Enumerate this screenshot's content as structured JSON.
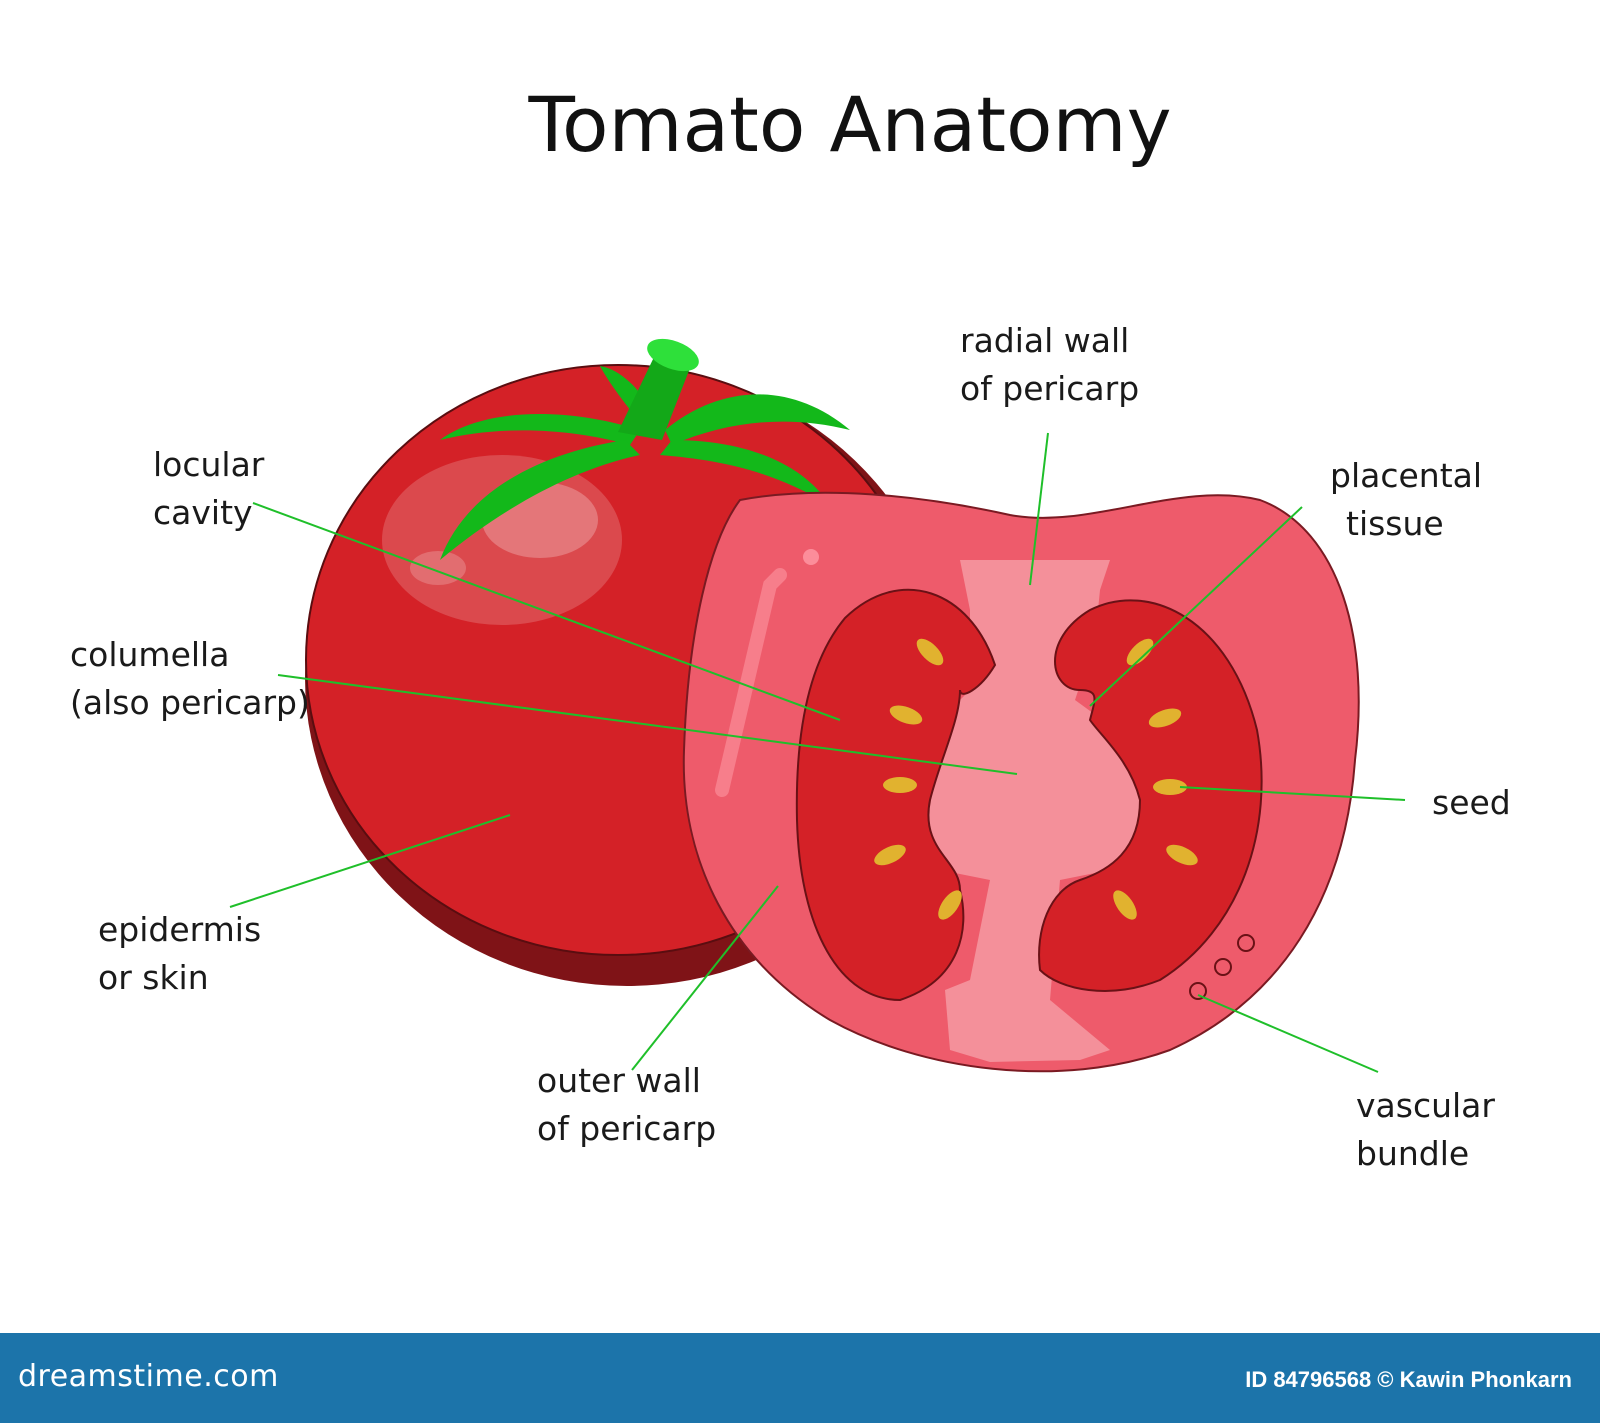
{
  "title": "Tomato Anatomy",
  "labels": {
    "radial_wall": [
      "radial wall",
      "of pericarp"
    ],
    "placental_tissue": [
      "placental",
      "tissue"
    ],
    "locular_cavity": [
      "locular",
      "cavity"
    ],
    "columella": [
      "columella",
      "(also pericarp)"
    ],
    "seed": [
      "seed"
    ],
    "epidermis": [
      "epidermis",
      "or skin"
    ],
    "outer_wall": [
      "outer wall",
      "of pericarp"
    ],
    "vascular_bundle": [
      "vascular",
      "bundle"
    ]
  },
  "footer": {
    "brand": "dreamstime.com",
    "credit": "ID 84796568 © Kawin Phonkarn"
  },
  "colors": {
    "tomato_red": "#d42127",
    "tomato_shadow": "#7f1317",
    "flesh_pink": "#ee5b6b",
    "placenta_pink": "#f4909a",
    "leaf_green": "#13b81a",
    "seed_yellow": "#e1b22f",
    "leader_green": "#1fbf2a",
    "footer_blue": "#1c74aa"
  }
}
